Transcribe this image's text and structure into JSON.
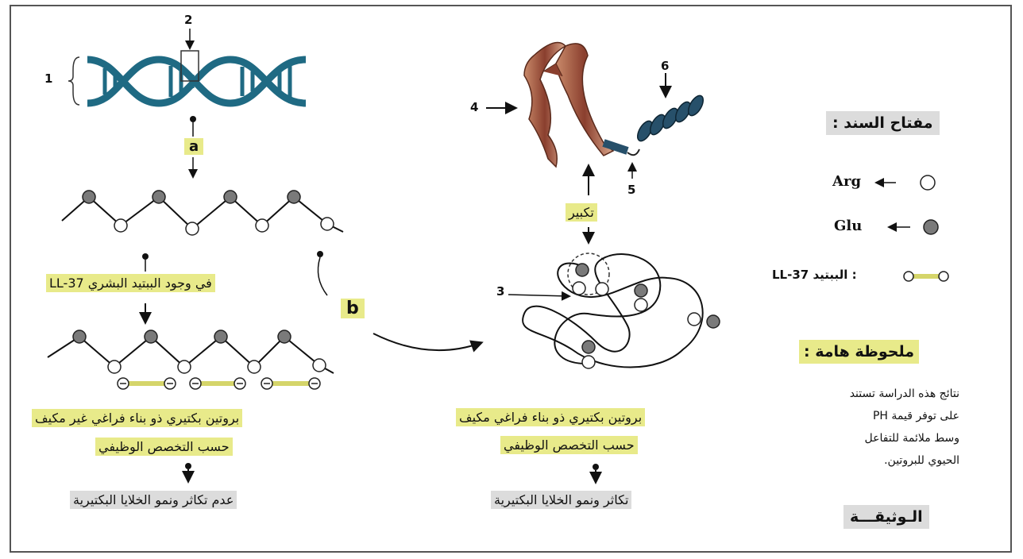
{
  "labels": {
    "n1": "1",
    "n2": "2",
    "n3": "3",
    "n4": "4",
    "n5": "5",
    "n6": "6",
    "a": "a",
    "b": "b"
  },
  "left": {
    "presence": "في وجود الببتيد البشري LL-37",
    "protein_line1": "بروتين بكتيري ذو بناء فراغي غير مكيف",
    "protein_line2": "حسب التخصص الوظيفي",
    "result": "عدم تكاثر ونمو الخلايا البكتيرية"
  },
  "center": {
    "enlarge": "تكبير",
    "protein_line1": "بروتين بكتيري ذو بناء فراغي مكيف",
    "protein_line2": "حسب التخصص الوظيفي",
    "result": "تكاثر ونمو الخلايا البكتيرية"
  },
  "key": {
    "title": "مفتاح السند :",
    "arg": "Arg",
    "glu": "Glu",
    "peptide_label": ": الببتيد LL-37",
    "note_title": "ملحوظة هامة :",
    "note_lines": [
      "نتائج هذه الدراسة تستند",
      "على توفر قيمة PH",
      "وسط ملائمة للتفاعل",
      "الحيوي للبروتين."
    ],
    "document": "الـوثيقـــة"
  },
  "colors": {
    "dna": "#1f6a83",
    "filled": "#7a7a7a",
    "highlight": "#e8ea8a",
    "gray_box": "#dcdcdc",
    "sheet": "#8a4a3a",
    "helix": "#27506a"
  }
}
